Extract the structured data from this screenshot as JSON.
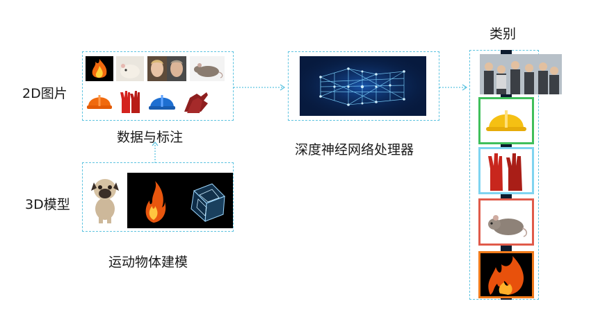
{
  "left": {
    "row_2d_label": "2D图片",
    "row_3d_label": "3D模型",
    "data_caption": "数据与标注",
    "motion_caption": "运动物体建模"
  },
  "middle": {
    "network_caption": "深度神经网络处理器"
  },
  "right": {
    "category_title": "类别"
  },
  "colors": {
    "dashed_line": "#5cc3e0",
    "green": "#3fbf5a",
    "blue": "#3a8fd8",
    "red": "#e05a4a",
    "orange": "#f07a1a",
    "spine": "#0d1b2e"
  },
  "icons": {
    "images_2d": [
      "fire-icon",
      "hamster-icon",
      "face-icon",
      "face-icon",
      "mouse-icon",
      "helmet-icon",
      "glove-icon",
      "helmet-icon",
      "glove-icon"
    ],
    "models_3d": [
      "pug-icon",
      "fireball-icon",
      "crystal-cube-icon"
    ],
    "network": "neural-network-icon",
    "categories": [
      "crowd-icon",
      "helmet-icon",
      "glove-icon",
      "mouse-icon",
      "fire-icon"
    ]
  }
}
